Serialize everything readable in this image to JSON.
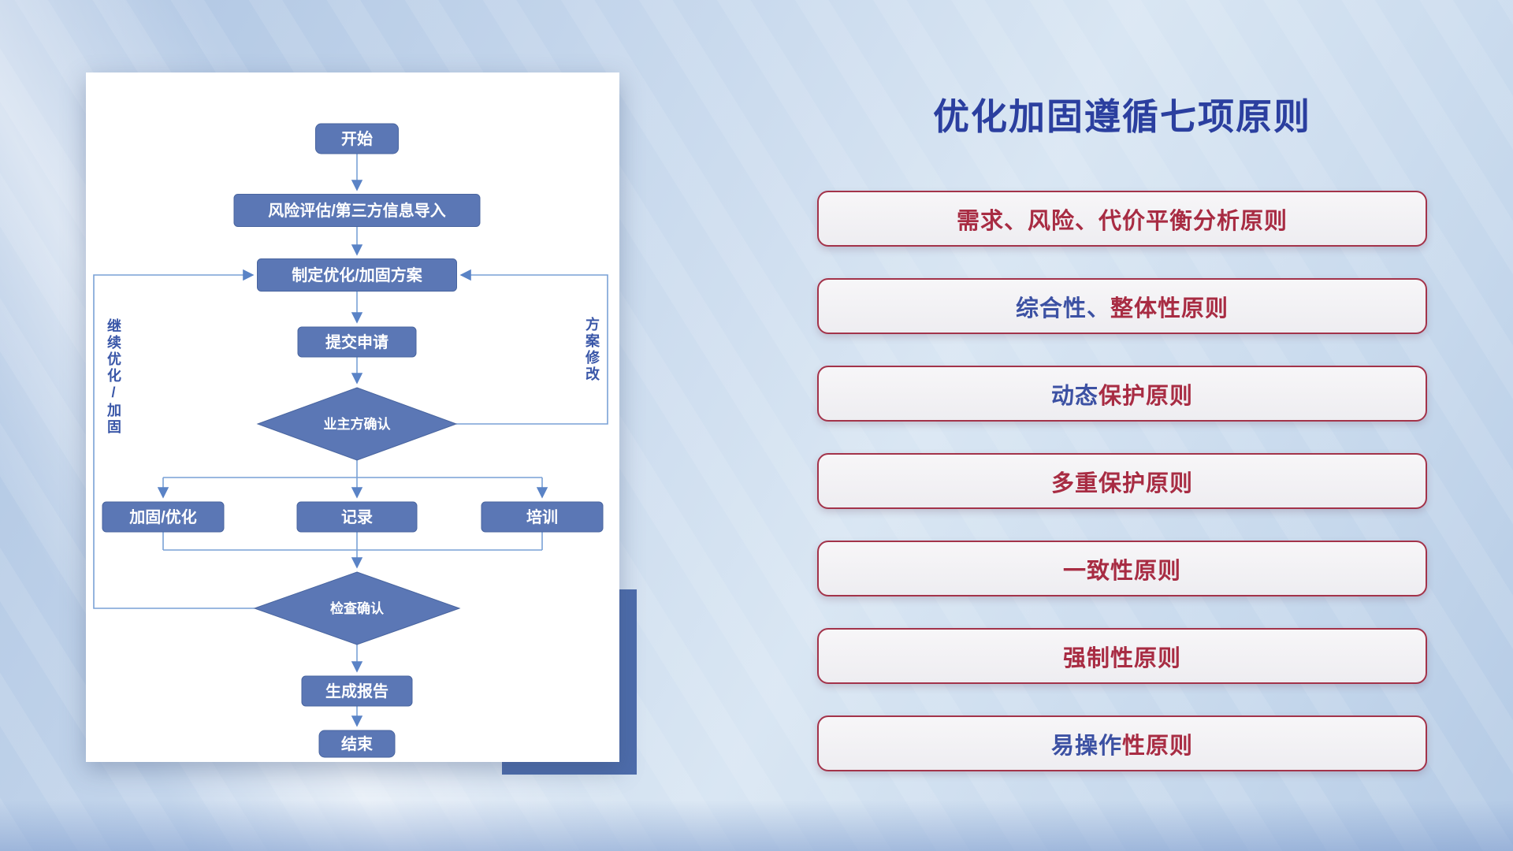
{
  "slide": {
    "title": "优化加固遵循七项原则"
  },
  "flowchart": {
    "nodes": {
      "start": "开始",
      "risk_import": "风险评估/第三方信息导入",
      "make_plan": "制定优化/加固方案",
      "submit": "提交申请",
      "owner_confirm": "业主方确认",
      "harden_optimize": "加固/优化",
      "record": "记录",
      "training": "培训",
      "check_confirm": "检查确认",
      "report": "生成报告",
      "end": "结束"
    },
    "loop_labels": {
      "left": "继续优化/加固",
      "right": "方案修改"
    }
  },
  "principles": [
    {
      "blue": "",
      "red": "需求、风险、代价平衡分析原则"
    },
    {
      "blue": "综合性、",
      "red": "整体性原则"
    },
    {
      "blue": "动态",
      "red": "保护原则"
    },
    {
      "blue": "",
      "red": "多重保护原则"
    },
    {
      "blue": "",
      "red": "一致性原则"
    },
    {
      "blue": "",
      "red": "强制性原则"
    },
    {
      "blue": "易操作",
      "red": "性原则"
    }
  ],
  "colors": {
    "title_navy": "#2b3f9f",
    "principle_red": "#a82c43",
    "principle_blue": "#3c51a3",
    "principle_border": "#a3334a",
    "node_fill": "#5b77b5",
    "connector_blue": "#79a1d6",
    "accent_block_blue": "#4d6cab"
  }
}
